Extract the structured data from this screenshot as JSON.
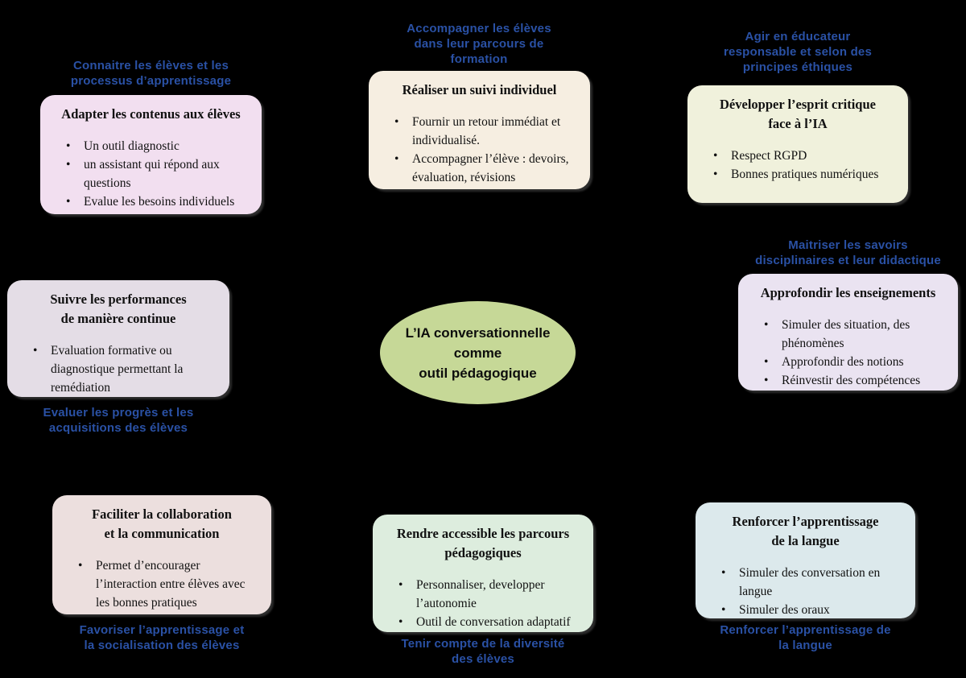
{
  "colors": {
    "background": "#000000",
    "label_blue": "#2a51a5",
    "center_fill": "#c6d897"
  },
  "center": {
    "text": "L’IA conversationnelle\ncomme\noutil pédagogique"
  },
  "nodes": [
    {
      "label": "Connaitre les élèves et les\nprocessus d’apprentissage",
      "title": "Adapter les contenus aux élèves",
      "bullets": [
        "Un outil diagnostic",
        "un assistant qui répond aux questions",
        "Evalue les besoins individuels"
      ],
      "fill": "#f2dff0"
    },
    {
      "label": "Accompagner les élèves\ndans leur parcours de\nformation",
      "title": "Réaliser un suivi individuel",
      "bullets": [
        "Fournir un retour immédiat et individualisé.",
        "Accompagner l’élève : devoirs, évaluation, révisions"
      ],
      "fill": "#f6eee1"
    },
    {
      "label": "Agir en éducateur\nresponsable et selon des\nprincipes éthiques",
      "title": "Développer l’esprit critique\nface à l’IA",
      "bullets": [
        "Respect RGPD",
        "Bonnes pratiques numériques"
      ],
      "fill": "#f0f1dc"
    },
    {
      "label": "Evaluer les progrès et les\nacquisitions des élèves",
      "title": "Suivre les performances\nde manière continue",
      "bullets": [
        "Evaluation formative ou diagnostique permettant la remédiation"
      ],
      "fill": "#e4dde6"
    },
    {
      "label": "Maitriser les savoirs\ndisciplinaires et leur didactique",
      "title": "Approfondir les enseignements",
      "bullets": [
        "Simuler des situation, des phénomènes",
        "Approfondir des notions",
        "Réinvestir des compétences"
      ],
      "fill": "#eae3f1"
    },
    {
      "label": "Favoriser l’apprentissage et\nla socialisation des élèves",
      "title": "Faciliter la collaboration\net la communication",
      "bullets": [
        "Permet d’encourager l’interaction entre élèves avec les bonnes pratiques"
      ],
      "fill": "#ecdfde"
    },
    {
      "label": "Tenir compte de la diversité\ndes élèves",
      "title": "Rendre accessible les parcours\npédagogiques",
      "bullets": [
        "Personnaliser, developper l’autonomie",
        "Outil de conversation adaptatif"
      ],
      "fill": "#ddedde"
    },
    {
      "label": "Renforcer l’apprentissage de\nla langue",
      "title": "Renforcer l’apprentissage\nde la langue",
      "bullets": [
        "Simuler des conversation en langue",
        "Simuler des oraux"
      ],
      "fill": "#dce9ec"
    }
  ]
}
